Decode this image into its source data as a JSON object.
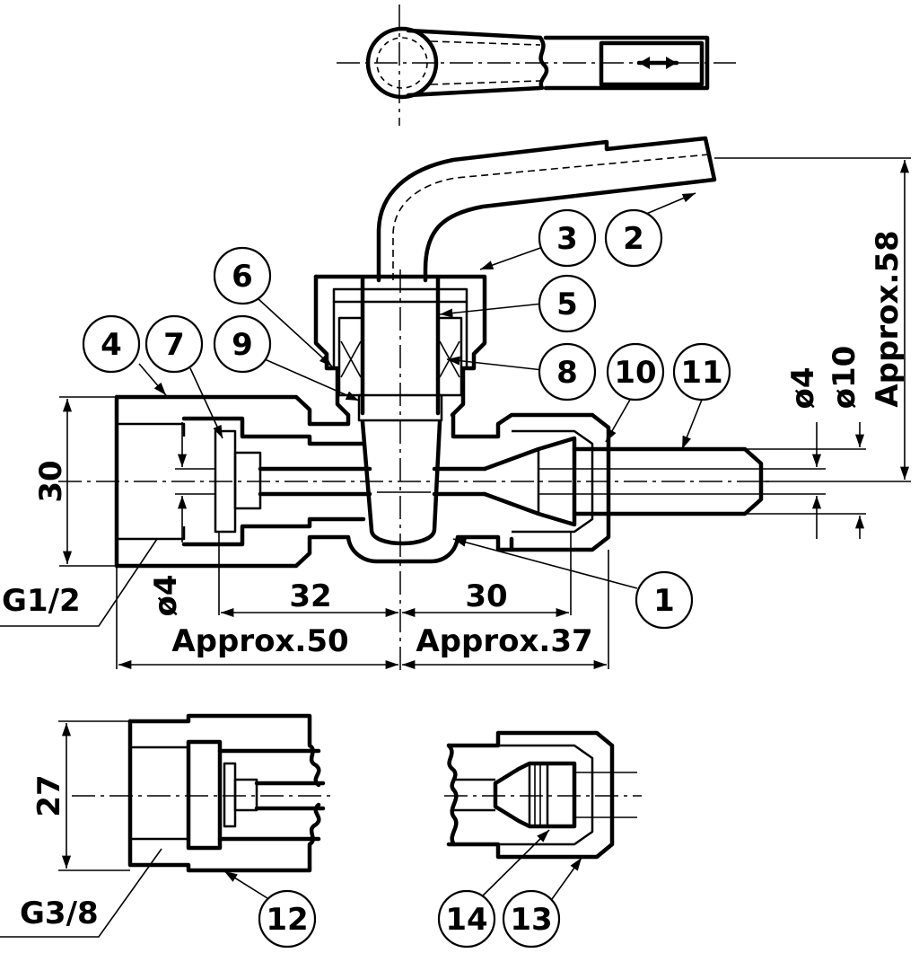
{
  "callouts": [
    "1",
    "2",
    "3",
    "4",
    "5",
    "6",
    "7",
    "8",
    "9",
    "10",
    "11",
    "12",
    "13",
    "14"
  ],
  "dimensions": {
    "height_30": "30",
    "height_27": "27",
    "len_32": "32",
    "len_30": "30",
    "approx_50": "Approx.50",
    "approx_37": "Approx.37",
    "approx_58": "Approx.58",
    "dia_4_left": "ø4",
    "dia_4_right": "ø4",
    "dia_10": "ø10",
    "thread_g12": "G1/2",
    "thread_g38": "G3/8"
  }
}
